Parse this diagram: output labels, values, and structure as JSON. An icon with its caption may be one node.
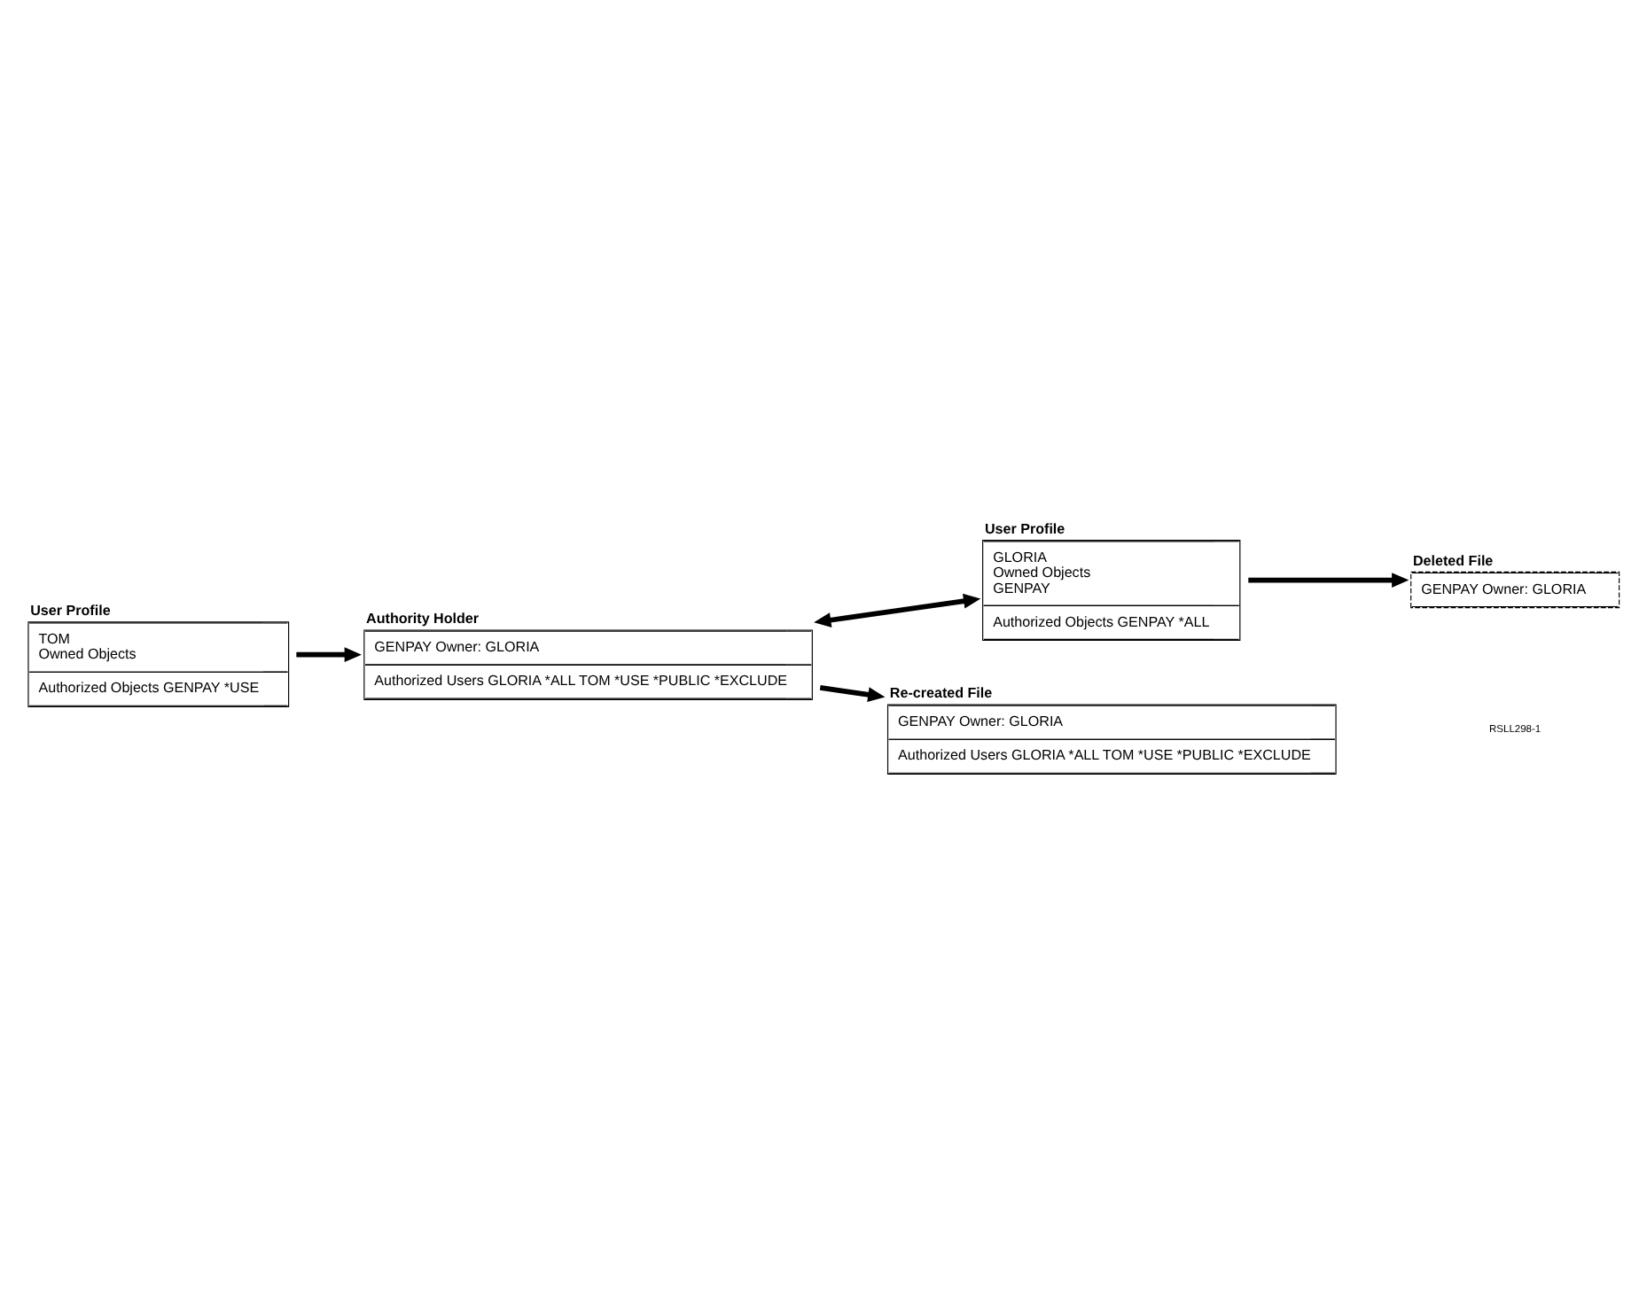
{
  "diagram": {
    "nodes": [
      {
        "text": [
          "User Profile",
          "TOM",
          "Owned Objects",
          "Authorized Objects GENPAY *USE"
        ]
      },
      {
        "text": [
          "Authority Holder",
          "GENPAY Owner: GLORIA",
          "Authorized Users GLORIA *ALL TOM *USE *PUBLIC *EXCLUDE"
        ]
      },
      {
        "text": [
          "User Profile",
          "GLORIA",
          "Owned Objects",
          "GENPAY",
          "Authorized Objects GENPAY *ALL"
        ]
      },
      {
        "text": [
          "Deleted File",
          "GENPAY Owner: GLORIA"
        ]
      },
      {
        "text": [
          "Re-created File",
          "GENPAY Owner: GLORIA",
          "Authorized Users GLORIA *ALL TOM *USE *PUBLIC *EXCLUDE"
        ]
      }
    ],
    "edges": [
      {
        "from": 0,
        "to": 1,
        "arrow": "to"
      },
      {
        "from": 1,
        "to": 2,
        "arrow": "both"
      },
      {
        "from": 2,
        "to": 3,
        "arrow": "to"
      },
      {
        "from": 1,
        "to": 4,
        "arrow": "to"
      }
    ],
    "labels": [
      "RSLL298-1"
    ]
  }
}
